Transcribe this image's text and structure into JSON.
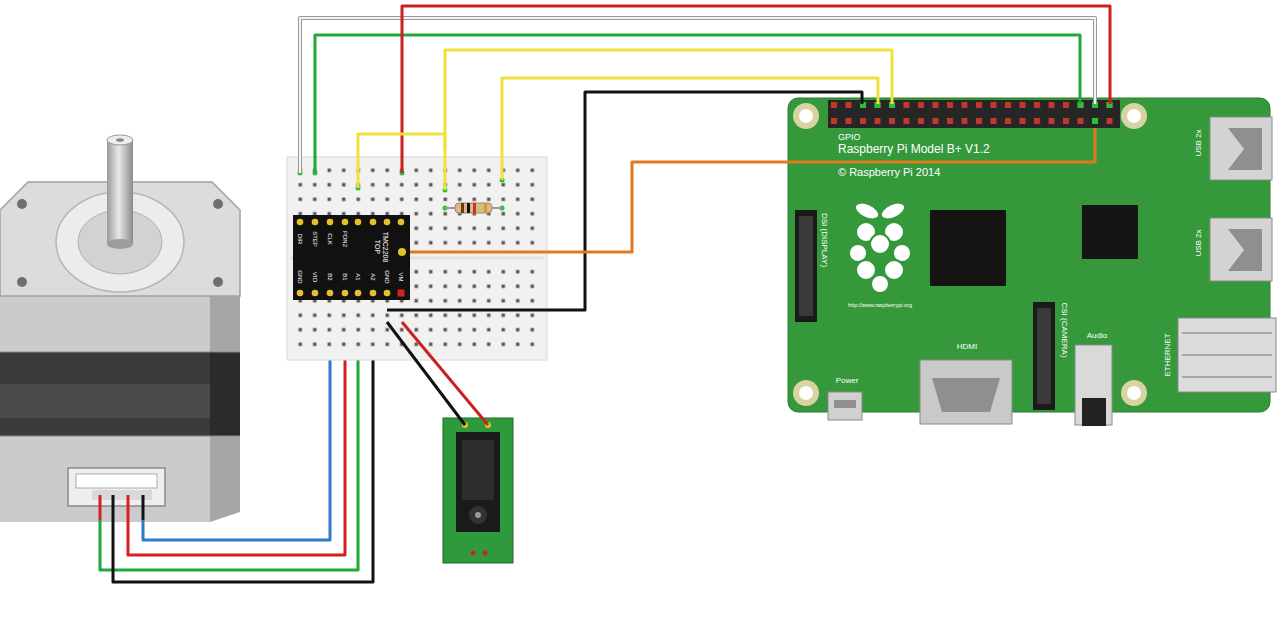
{
  "diagram": {
    "nodes": [
      {
        "text": [
          "DIR",
          "STEP",
          "CLK",
          "PDN2",
          "TMC2208 TOP",
          "GND",
          "VIO",
          "B2",
          "B1",
          "A1",
          "A2",
          "GND",
          "VM"
        ]
      },
      {
        "text": [
          "Raspberry Pi Model B+ V1.2",
          "© Raspberry Pi 2014",
          "DSI (DISPLAY)",
          "http://www.raspberrypi.org",
          "HDMI",
          "CSI (CAMERA)",
          "Audio",
          "Power",
          "USB 2x",
          "USB 2x",
          "ETHERNET"
        ]
      },
      {
        "text": [
          "GPIO"
        ],
        "in": 1
      }
    ],
    "edges": [
      {
        "from": 0,
        "to": 2,
        "arrow": "none"
      }
    ]
  }
}
